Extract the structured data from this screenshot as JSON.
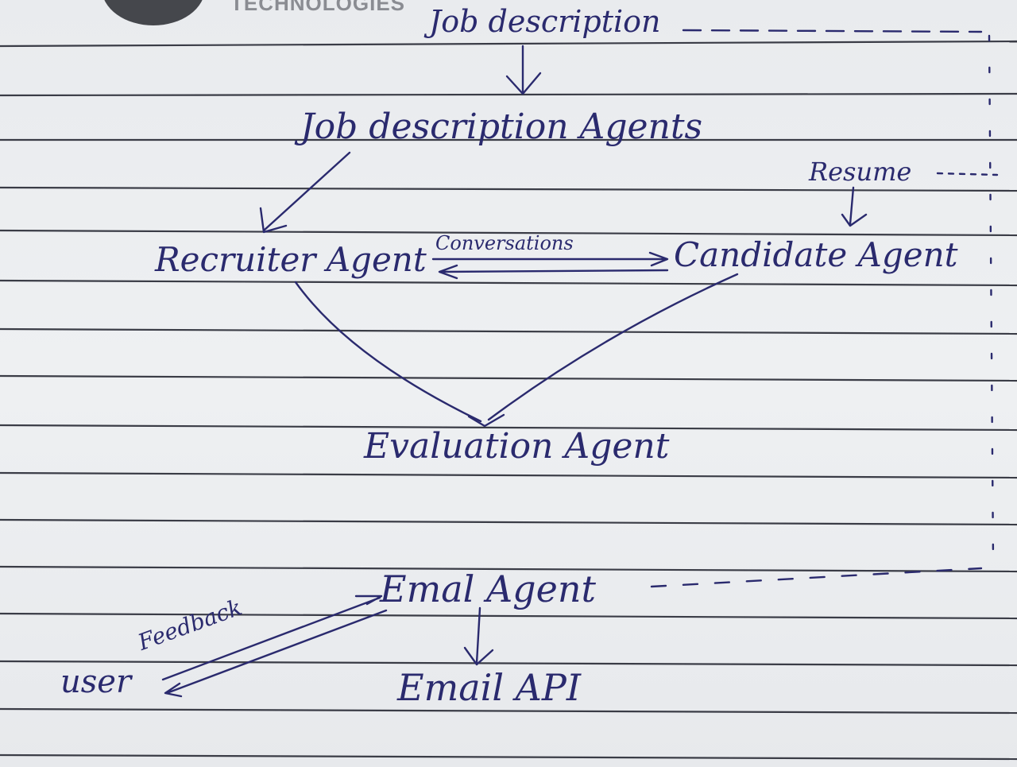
{
  "header": {
    "printed_brand": "TECHNOLOGIES"
  },
  "nodes": {
    "job_description": "Job description",
    "job_description_agents": "Job description Agents",
    "resume": "Resume",
    "recruiter_agent": "Recruiter Agent",
    "candidate_agent": "Candidate Agent",
    "evaluation_agent": "Evaluation Agent",
    "email_agent": "Emal Agent",
    "email_api": "Email API",
    "user": "user"
  },
  "edge_labels": {
    "conversations": "Conversations",
    "feedback": "Feedback"
  },
  "colors": {
    "ink": "#2a2a6e",
    "rule_line": "#3a3c46",
    "paper": "#eceef0"
  }
}
